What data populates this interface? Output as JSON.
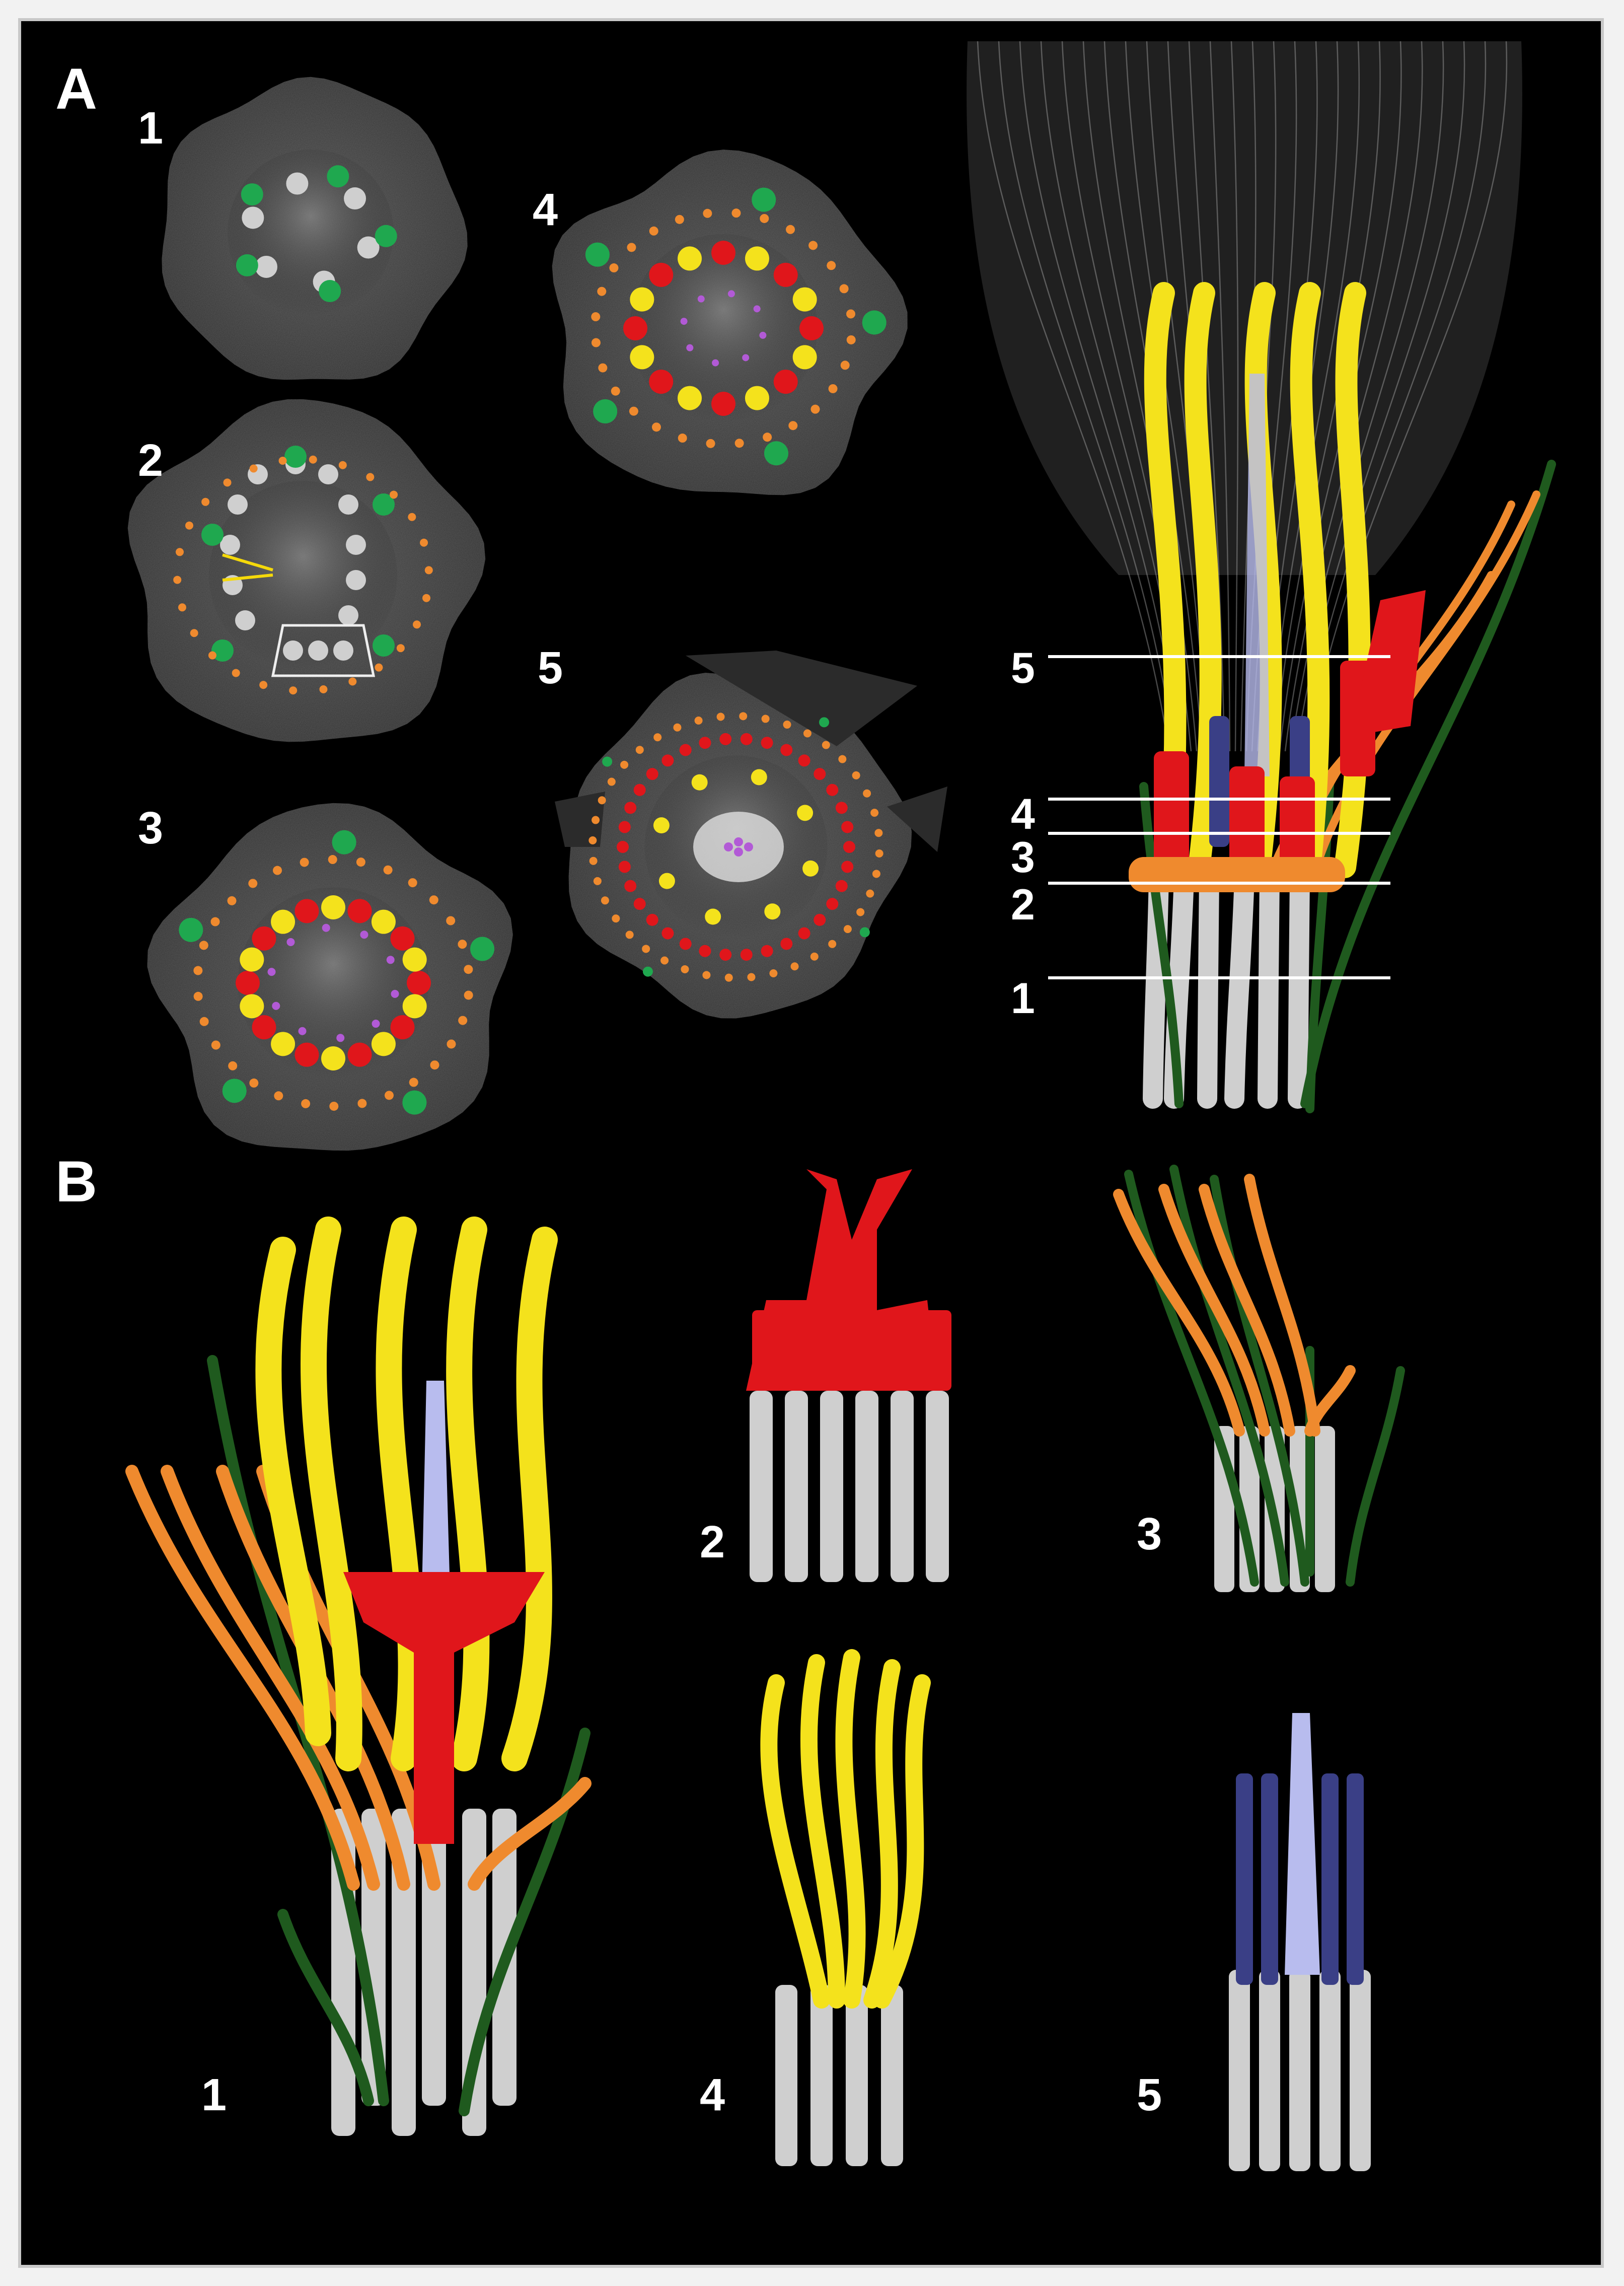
{
  "panels": {
    "a": "A",
    "b": "B"
  },
  "sections": [
    "1",
    "2",
    "3",
    "4",
    "5"
  ],
  "levels": [
    "5",
    "4",
    "3",
    "2",
    "1"
  ],
  "reconstructions": [
    "1",
    "2",
    "3",
    "4",
    "5"
  ],
  "colors": {
    "background": "#000000",
    "frame": "#c8c8c8",
    "green": "#1fa84f",
    "dark_green": "#1f5a1e",
    "grey": "#cfcfcf",
    "red": "#e0161b",
    "yellow": "#f4e21c",
    "orange": "#ef8a2e",
    "purple": "#b25ad6",
    "lavender": "#b8bcee",
    "navy": "#3a3f86",
    "arrow": "#f5d90a"
  }
}
